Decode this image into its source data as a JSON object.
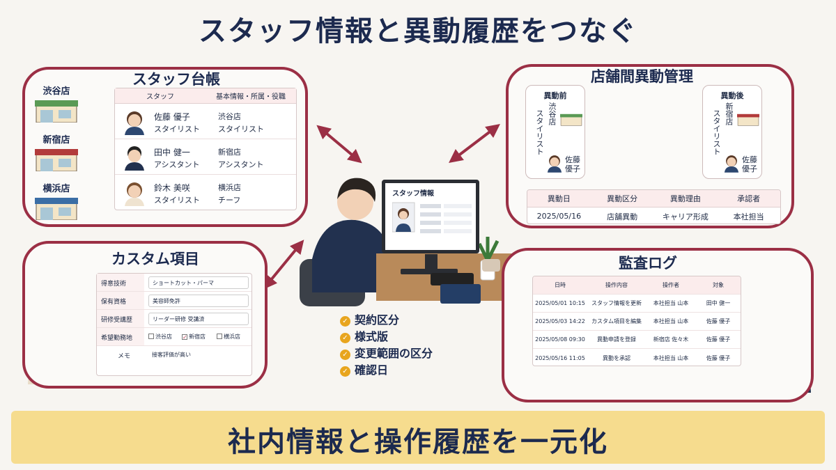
{
  "title": "スタッフ情報と異動履歴をつなぐ",
  "footer": "社内情報と操作履歴を一元化",
  "colors": {
    "frame": "#9b2f45",
    "navy": "#1c2a4f",
    "banner": "#f6dc8e",
    "check": "#e8a51e"
  },
  "staff_ledger": {
    "title": "スタッフ台帳",
    "stores": [
      "渋谷店",
      "新宿店",
      "横浜店"
    ],
    "headers": [
      "スタッフ",
      "基本情報・所属・役職"
    ],
    "rows": [
      {
        "name": "佐藤 優子",
        "role": "スタイリスト",
        "store": "渋谷店",
        "position": "スタイリスト"
      },
      {
        "name": "田中 健一",
        "role": "アシスタント",
        "store": "新宿店",
        "position": "アシスタント"
      },
      {
        "name": "鈴木 美咲",
        "role": "スタイリスト",
        "store": "横浜店",
        "position": "チーフ"
      }
    ]
  },
  "transfer": {
    "title": "店舗間異動管理",
    "before_label": "異動前",
    "after_label": "異動後",
    "before_store": "渋谷店",
    "before_role": "スタイリスト",
    "after_store": "新宿店",
    "after_role": "スタイリスト",
    "person": "佐藤 優子",
    "table_headers": [
      "異動日",
      "異動区分",
      "異動理由",
      "承認者"
    ],
    "table_row": [
      "2025/05/16",
      "店舗異動",
      "キャリア形成",
      "本社担当"
    ]
  },
  "custom_fields": {
    "title": "カスタム項目",
    "rows": [
      {
        "label": "得意技術",
        "value": "ショートカット・パーマ"
      },
      {
        "label": "保有資格",
        "value": "美容師免許"
      },
      {
        "label": "研修受講歴",
        "value": "リーダー研修 受講済"
      }
    ],
    "area_label": "希望勤務地",
    "area_options": [
      "渋谷店",
      "新宿店",
      "横浜店"
    ],
    "area_checked": "新宿店",
    "memo_label": "メモ",
    "memo_value": "接客評価が高い"
  },
  "audit_log": {
    "title": "監査ログ",
    "headers": [
      "日時",
      "操作内容",
      "操作者",
      "対象"
    ],
    "rows": [
      [
        "2025/05/01 10:15",
        "スタッフ情報を更新",
        "本社担当 山本",
        "田中 健一"
      ],
      [
        "2025/05/03 14:22",
        "カスタム項目を編集",
        "本社担当 山本",
        "佐藤 優子"
      ],
      [
        "2025/05/08 09:30",
        "異動申請を登録",
        "新宿店 佐々木",
        "佐藤 優子"
      ],
      [
        "2025/05/16 11:05",
        "異動を承認",
        "本社担当 山本",
        "佐藤 優子"
      ]
    ]
  },
  "center": {
    "monitor_title": "スタッフ情報",
    "checklist": [
      "契約区分",
      "様式版",
      "変更範囲の区分",
      "確認日"
    ]
  },
  "icons": [
    "storefront-icon",
    "avatar-icon",
    "arrow-icon",
    "check-icon",
    "suitcase-icon",
    "plant-icon",
    "laptop-icon"
  ]
}
